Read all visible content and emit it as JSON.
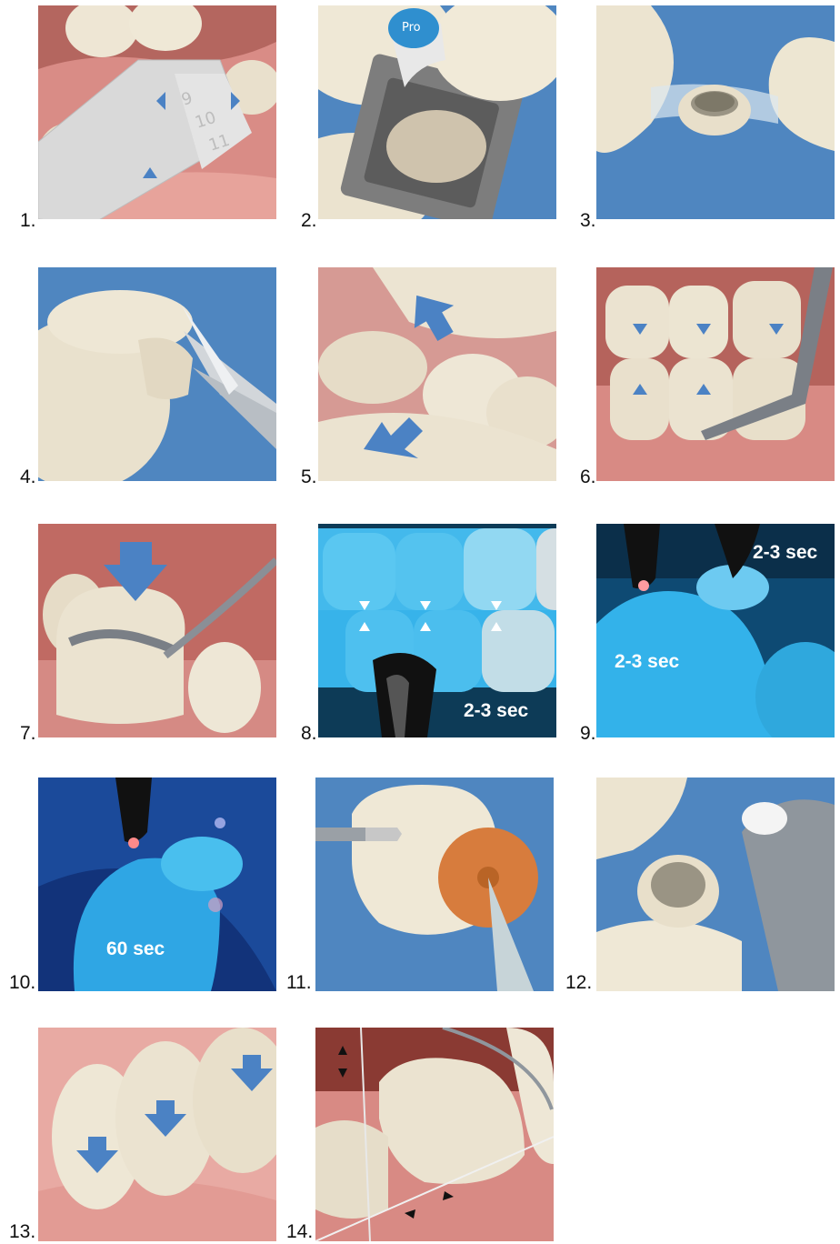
{
  "steps": [
    {
      "number": "1.",
      "illustration": "shade-guide-measuring-tooth"
    },
    {
      "number": "2.",
      "illustration": "protective-film-frame"
    },
    {
      "number": "3.",
      "illustration": "crown-shell-on-preparation"
    },
    {
      "number": "4.",
      "illustration": "scissors-trimming-crown"
    },
    {
      "number": "5.",
      "illustration": "finger-pressing-crown"
    },
    {
      "number": "6.",
      "illustration": "instrument-adapting-crown-arrows"
    },
    {
      "number": "7.",
      "illustration": "instrument-pressing-occlusal"
    },
    {
      "number": "8.",
      "illustration": "light-curing-bite",
      "label": "2-3 sec"
    },
    {
      "number": "9.",
      "illustration": "light-curing-tack",
      "labels": [
        "2-3 sec",
        "2-3 sec"
      ]
    },
    {
      "number": "10.",
      "illustration": "final-curing",
      "label": "60 sec"
    },
    {
      "number": "11.",
      "illustration": "finishing-polishing-crown"
    },
    {
      "number": "12.",
      "illustration": "cementing-crown"
    },
    {
      "number": "13.",
      "illustration": "seating-crowns-arrows"
    },
    {
      "number": "14.",
      "illustration": "floss-removing-excess"
    }
  ],
  "colors": {
    "background_blue": "#4f86c0",
    "gum_pink": "#e8a9a0",
    "tooth_cream": "#ece4d0",
    "arrow_blue": "#4b82c4",
    "cure_blue": "#39b7ec"
  }
}
